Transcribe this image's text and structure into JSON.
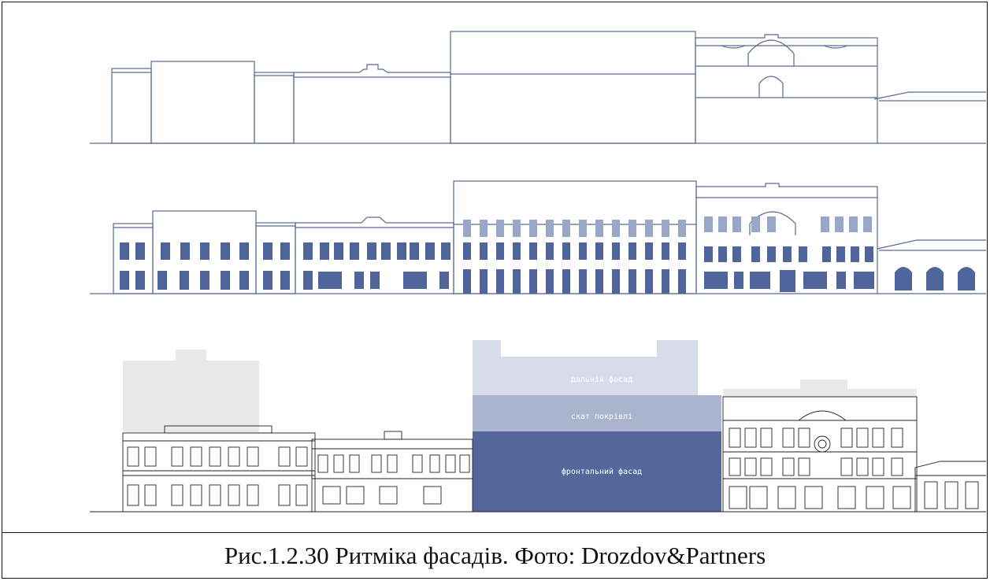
{
  "figure": {
    "palette": {
      "line": "#5a6a94",
      "window": "#4f659b",
      "window_light": "#9aa6c8",
      "frontal": "#53679a",
      "roof": "#a9b4cf",
      "far": "#d8dce8",
      "backdrop": "#e9e9e9",
      "detail": "#222222"
    },
    "layers": {
      "far": "дальній фасад",
      "roof": "скат покрівлі",
      "front": "фронтальний фасад"
    }
  },
  "caption": "Рис.1.2.30 Ритміка фасадів. Фото: Drozdov&Partners"
}
